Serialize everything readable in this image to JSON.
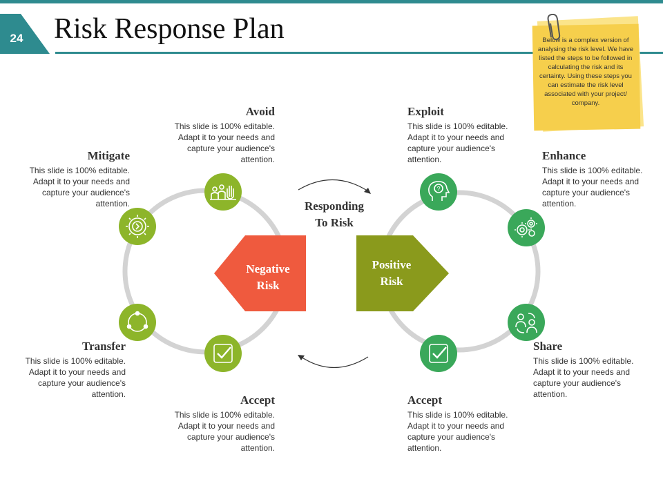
{
  "slide_number": "24",
  "title": "Risk Response Plan",
  "note": "Below is a complex version of analysing the risk level. We have listed the steps to be followed in calculating the risk and its certainty. Using these steps you can estimate the risk level associated with your project/ company.",
  "center_label": "Responding To Risk",
  "negative": {
    "label": "Negative Risk",
    "color": "#ef5a3e",
    "items": [
      {
        "heading": "Avoid",
        "body": "This slide is 100% editable. Adapt it to your needs and capture your audience's attention.",
        "icon": "hand-stop-people-icon"
      },
      {
        "heading": "Mitigate",
        "body": "This slide is 100% editable. Adapt it to your needs and capture your audience's attention.",
        "icon": "gear-arrow-icon"
      },
      {
        "heading": "Transfer",
        "body": "This slide is 100% editable. Adapt it to your needs and capture your audience's attention.",
        "icon": "circular-transfer-icon"
      },
      {
        "heading": "Accept",
        "body": "This slide is 100% editable. Adapt it to your needs and capture your audience's attention.",
        "icon": "checkmark-icon"
      }
    ]
  },
  "positive": {
    "label": "Positive Risk",
    "color": "#8a9a1c",
    "items": [
      {
        "heading": "Exploit",
        "body": "This slide is 100% editable. Adapt it to your needs and capture your audience's attention.",
        "icon": "head-question-icon"
      },
      {
        "heading": "Enhance",
        "body": "This slide is 100% editable. Adapt it to your needs and capture your audience's attention.",
        "icon": "gears-icon"
      },
      {
        "heading": "Share",
        "body": "This slide is 100% editable. Adapt it to your needs and capture your audience's attention.",
        "icon": "people-share-icon"
      },
      {
        "heading": "Accept",
        "body": "This slide is 100% editable. Adapt it to your needs and capture your audience's attention.",
        "icon": "checkmark-icon"
      }
    ]
  },
  "colors": {
    "teal": "#2e8b8f",
    "lime_green": "#8db52a",
    "green": "#3aa85a",
    "ring_gray": "#d0d0d0",
    "note_yellow": "#f6cf4c"
  }
}
